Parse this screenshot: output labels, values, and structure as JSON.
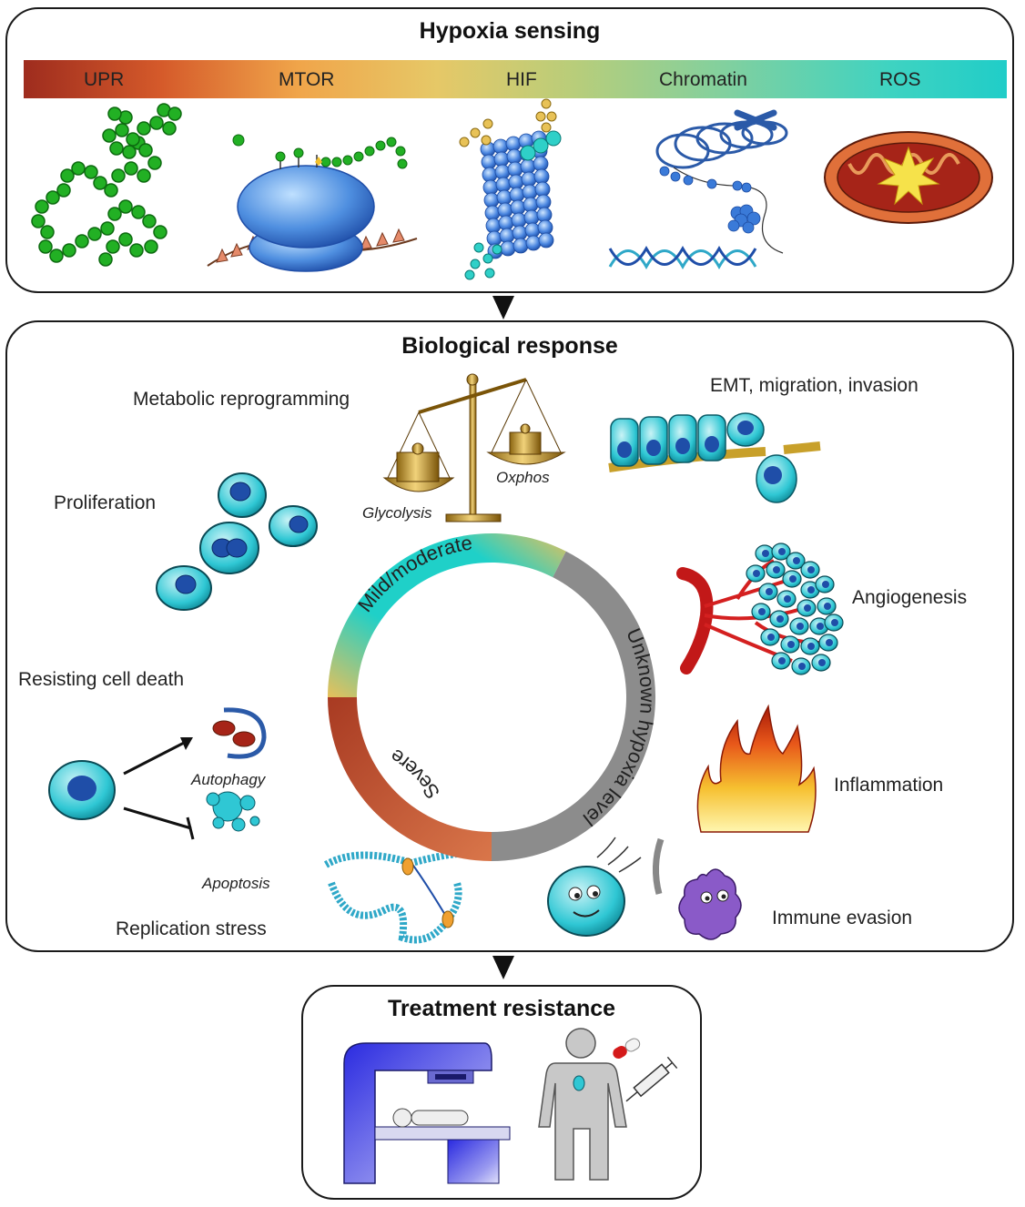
{
  "sensing": {
    "title": "Hypoxia sensing",
    "mechanisms": [
      "UPR",
      "MTOR",
      "HIF",
      "Chromatin",
      "ROS"
    ]
  },
  "response": {
    "title": "Biological response",
    "hallmarks": {
      "metabolic": "Metabolic reprogramming",
      "emt": "EMT, migration, invasion",
      "proliferation": "Proliferation",
      "angiogenesis": "Angiogenesis",
      "cell_death": "Resisting cell death",
      "inflammation": "Inflammation",
      "replication": "Replication stress",
      "immune": "Immune evasion"
    },
    "sublabels": {
      "glycolysis": "Glycolysis",
      "oxphos": "Oxphos",
      "autophagy": "Autophagy",
      "apoptosis": "Apoptosis"
    },
    "hypoxia_levels": {
      "mild": "Mild/moderate",
      "unknown": "Unknown hypoxia level",
      "severe": "Severe"
    }
  },
  "resistance": {
    "title": "Treatment resistance"
  },
  "colors": {
    "gray_segment": "#8c8c8c",
    "severe_start": "#a83a22",
    "severe_end": "#d9764a",
    "mild_teal": "#1fd0c8",
    "mild_yellow": "#e8c05a"
  }
}
